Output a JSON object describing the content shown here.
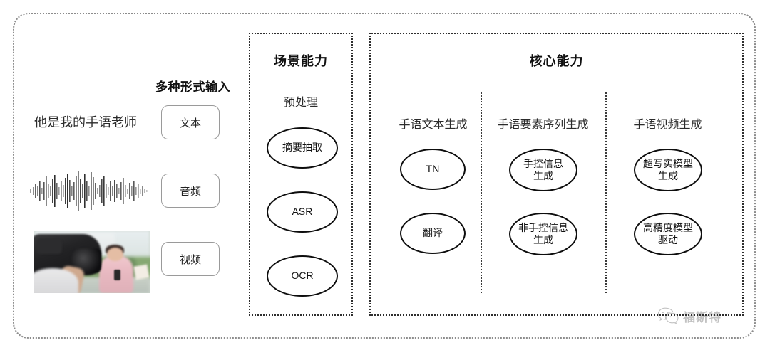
{
  "input_zone": {
    "heading": "多种形式输入",
    "sample_sentence": "他是我的手语老师",
    "modalities": [
      {
        "label": "文本",
        "icon": "text-icon"
      },
      {
        "label": "音频",
        "icon": "waveform-icon"
      },
      {
        "label": "视频",
        "icon": "video-thumbnail-icon"
      }
    ]
  },
  "scene_panel": {
    "title": "场景能力",
    "group_label": "预处理",
    "nodes": [
      "摘要抽取",
      "ASR",
      "OCR"
    ]
  },
  "core_panel": {
    "title": "核心能力",
    "columns": [
      {
        "label": "手语文本生成",
        "nodes": [
          "TN",
          "翻译"
        ]
      },
      {
        "label": "手语要素序列生成",
        "nodes": [
          "手控信息\n生成",
          "非手控信息\n生成"
        ]
      },
      {
        "label": "手语视频生成",
        "nodes": [
          "超写实模型\n生成",
          "高精度模型\n驱动"
        ]
      }
    ]
  },
  "watermark": {
    "icon": "wechat-icon",
    "text": "福斯特"
  },
  "colors": {
    "frame_border": "#8c8c8c",
    "panel_border": "#2e2e2e",
    "ellipse_border": "#0d0d0d",
    "box_border": "#9a9a9a",
    "text": "#1a1a1a",
    "background": "#ffffff"
  }
}
